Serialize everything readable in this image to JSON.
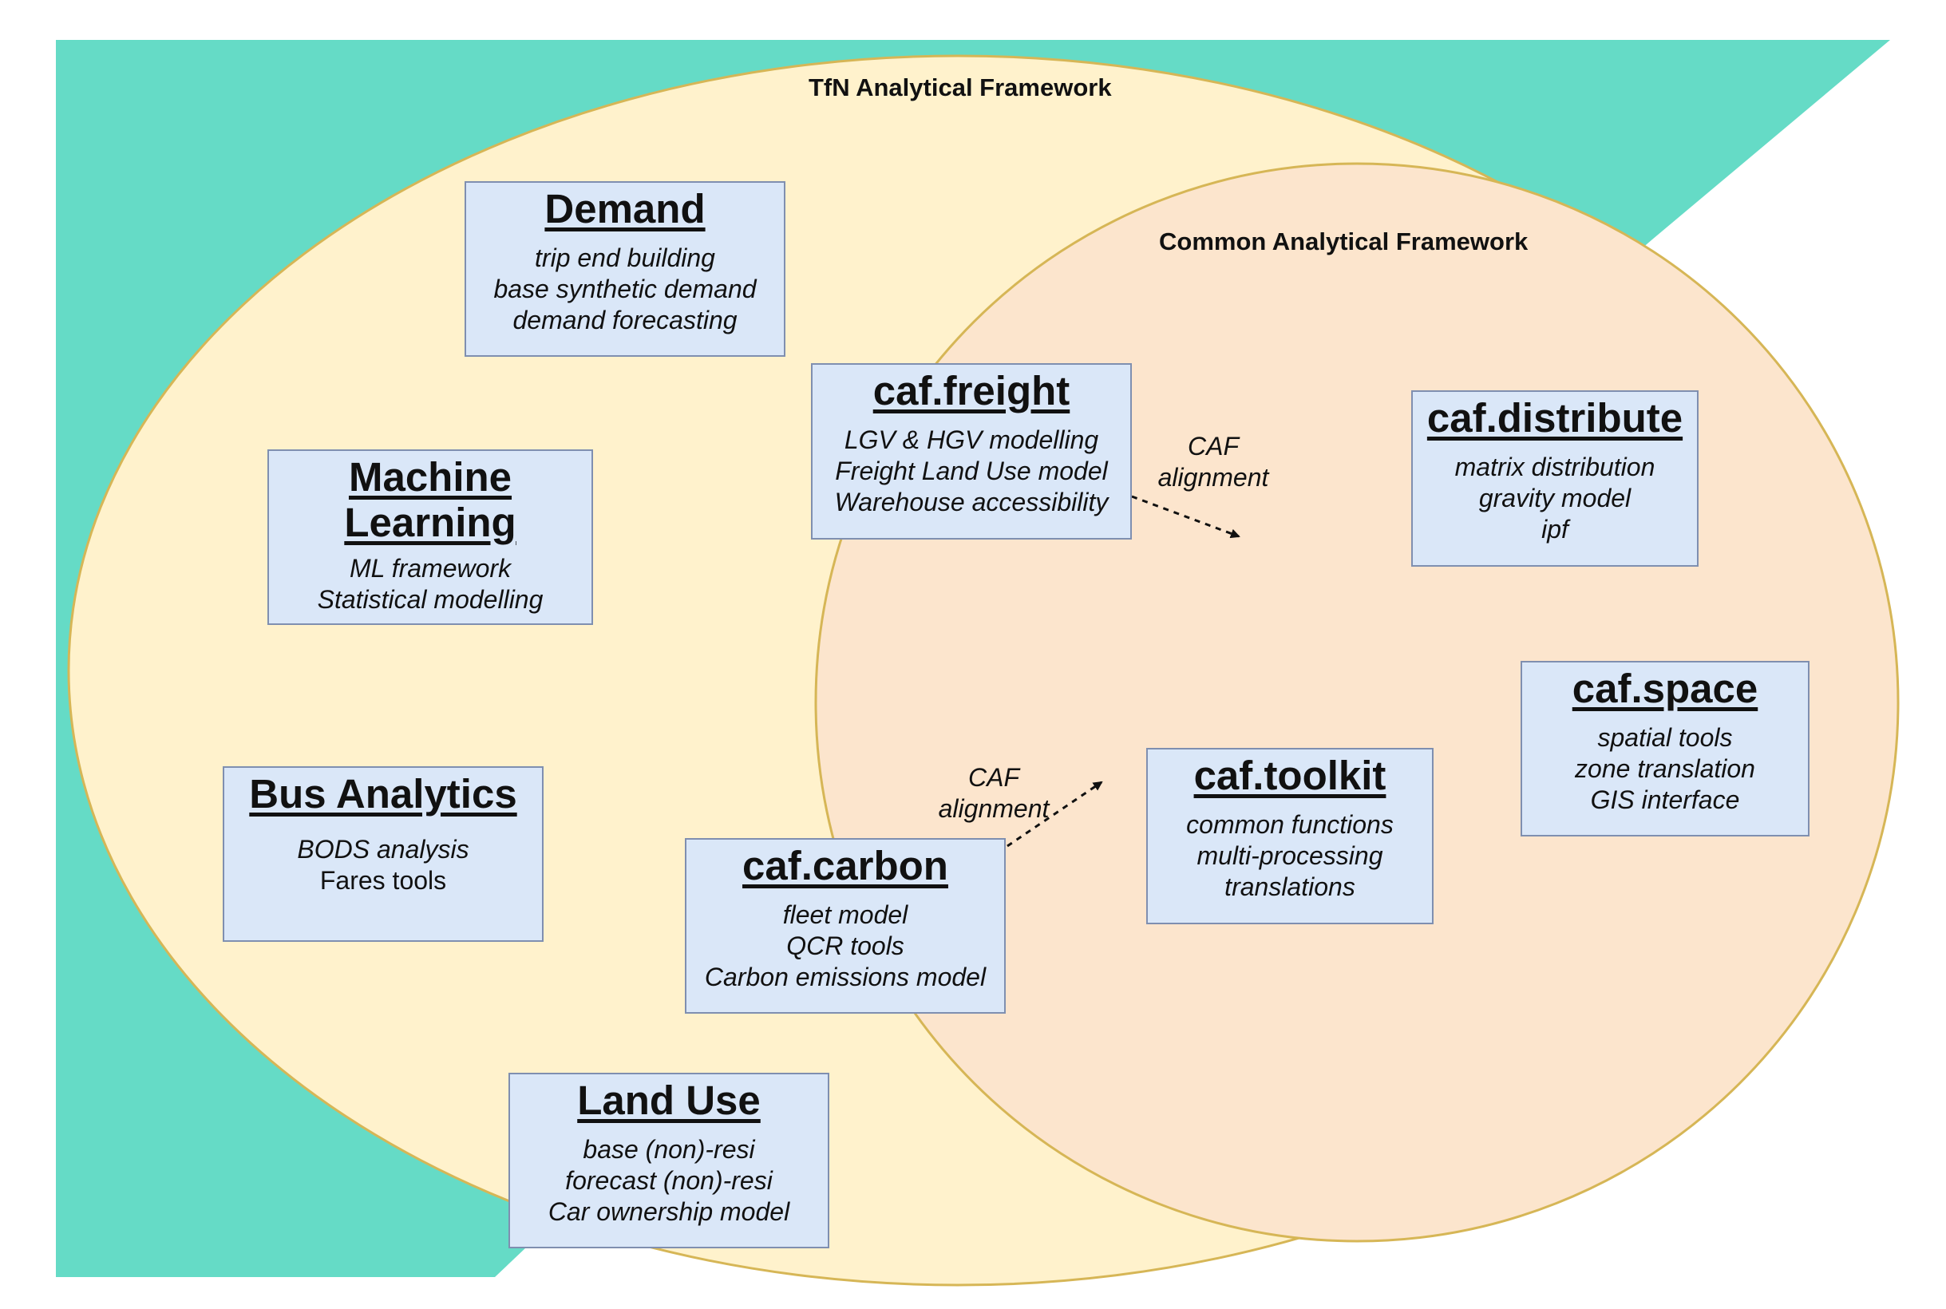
{
  "colors": {
    "background_shape": "#65dbc6",
    "outer_ellipse_fill": "#fff2cc",
    "outer_ellipse_stroke": "#d6b656",
    "inner_ellipse_fill": "#fce5cd",
    "inner_ellipse_stroke": "#d6b656",
    "box_fill": "#dae7f8",
    "box_stroke": "#7f8fb0"
  },
  "frameworks": {
    "outer_title": "TfN Analytical Framework",
    "inner_title": "Common Analytical Framework"
  },
  "boxes": {
    "demand": {
      "title": "Demand",
      "lines": [
        "trip end building",
        "base synthetic demand",
        "demand forecasting"
      ]
    },
    "ml": {
      "title": "Machine Learning",
      "lines": [
        "ML framework",
        "Statistical modelling"
      ]
    },
    "bus": {
      "title": "Bus Analytics",
      "lines": [
        "BODS analysis",
        "Fares tools"
      ]
    },
    "landuse": {
      "title": "Land Use",
      "lines": [
        "base (non)-resi",
        "forecast (non)-resi",
        "Car ownership model"
      ]
    },
    "freight": {
      "title": "caf.freight",
      "lines": [
        "LGV & HGV modelling",
        "Freight Land Use model",
        "Warehouse accessibility"
      ]
    },
    "carbon": {
      "title": "caf.carbon",
      "lines": [
        "fleet model",
        "QCR tools",
        "Carbon emissions model"
      ]
    },
    "distribute": {
      "title": "caf.distribute",
      "lines": [
        "matrix distribution",
        "gravity model",
        "ipf"
      ]
    },
    "space": {
      "title": "caf.space",
      "lines": [
        "spatial tools",
        "zone translation",
        "GIS interface"
      ]
    },
    "toolkit": {
      "title": "caf.toolkit",
      "lines": [
        "common functions",
        "multi-processing",
        "translations"
      ]
    }
  },
  "arrows": {
    "freight_label": "CAF alignment",
    "carbon_label": "CAF alignment"
  }
}
